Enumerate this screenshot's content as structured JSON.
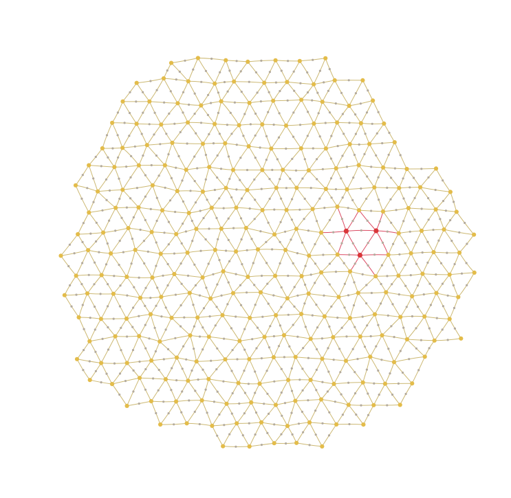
{
  "graph": {
    "type": "node-link-mesh",
    "shape": "roughly circular triangulated mesh",
    "node_colors": {
      "major": "#e3bc4a",
      "minor": "#b3aa9c",
      "highlight": "#d9363a"
    },
    "edge_colors": {
      "default": "#c9b46a",
      "highlight": "#d9405a"
    },
    "highlighted_node_count": 3,
    "labels": []
  }
}
